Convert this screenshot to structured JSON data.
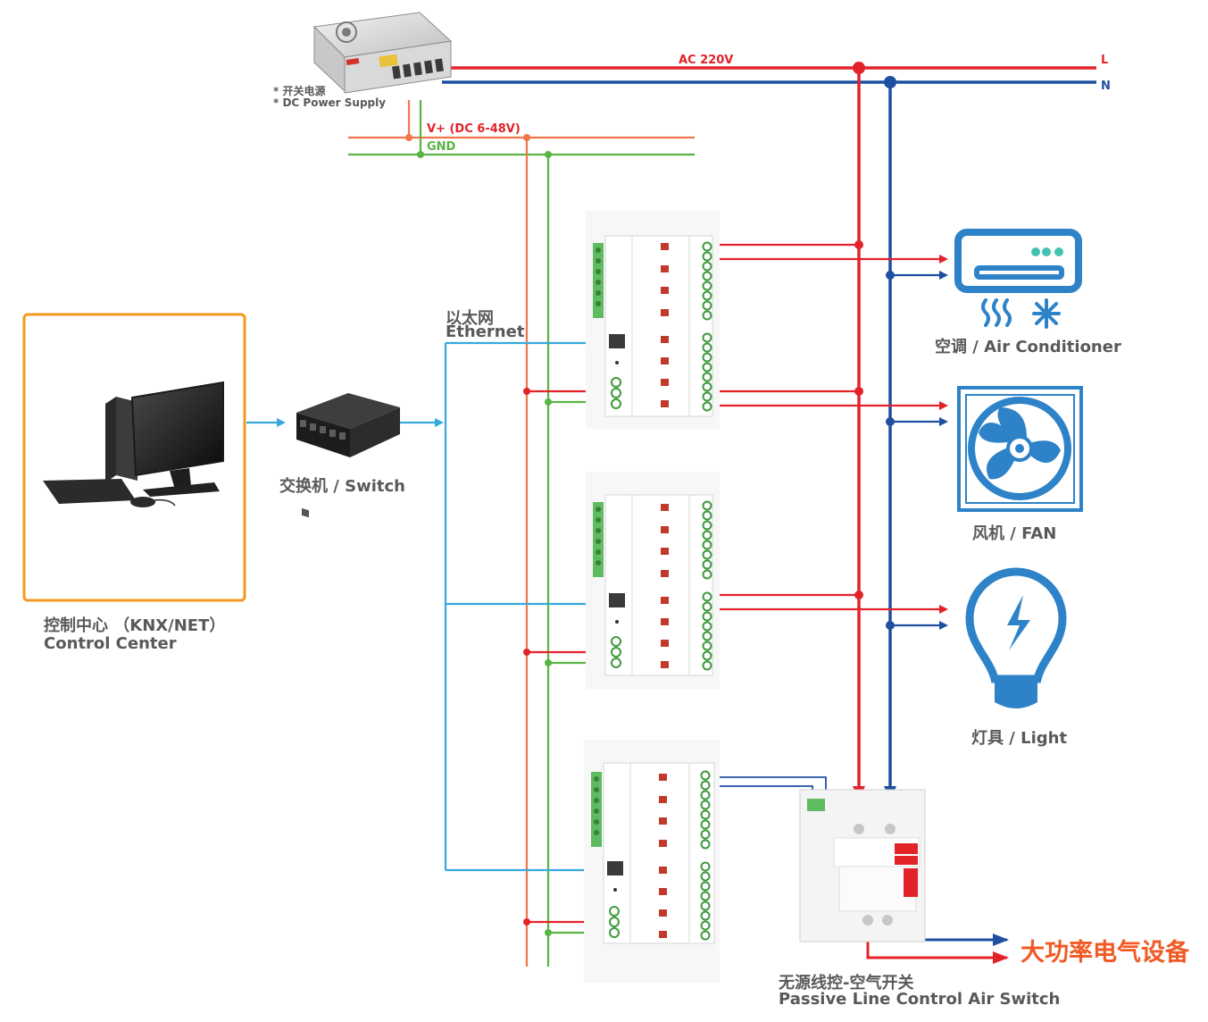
{
  "power_supply": {
    "label_cn": "* 开关电源",
    "label_en": "* DC Power Supply"
  },
  "mains": {
    "voltage_label": "AC 220V",
    "live_label": "L",
    "neutral_label": "N"
  },
  "dc_bus": {
    "vplus_label": "V+ (DC 6-48V)",
    "gnd_label": "GND"
  },
  "ethernet": {
    "label_cn": "以太网",
    "label_en": "Ethernet"
  },
  "control_center": {
    "label_cn": "控制中心 （KNX/NET）",
    "label_en": "Control Center"
  },
  "switch": {
    "label": "交换机 / Switch"
  },
  "devices": {
    "air_conditioner": "空调 / Air Conditioner",
    "fan": "风机 / FAN",
    "light": "灯具 / Light"
  },
  "air_switch": {
    "label_cn": "无源线控-空气开关",
    "label_en": "Passive Line Control Air Switch"
  },
  "high_power": {
    "label": "大功率电气设备"
  },
  "colors": {
    "live": "#e3232a",
    "neutral": "#1f4fa0",
    "vplus": "#f0774a",
    "gnd": "#59b444",
    "ethernet": "#38a9dc",
    "icon_blue": "#2e83c8",
    "control_border": "#f39a1c",
    "accent_orange": "#f05a24"
  }
}
